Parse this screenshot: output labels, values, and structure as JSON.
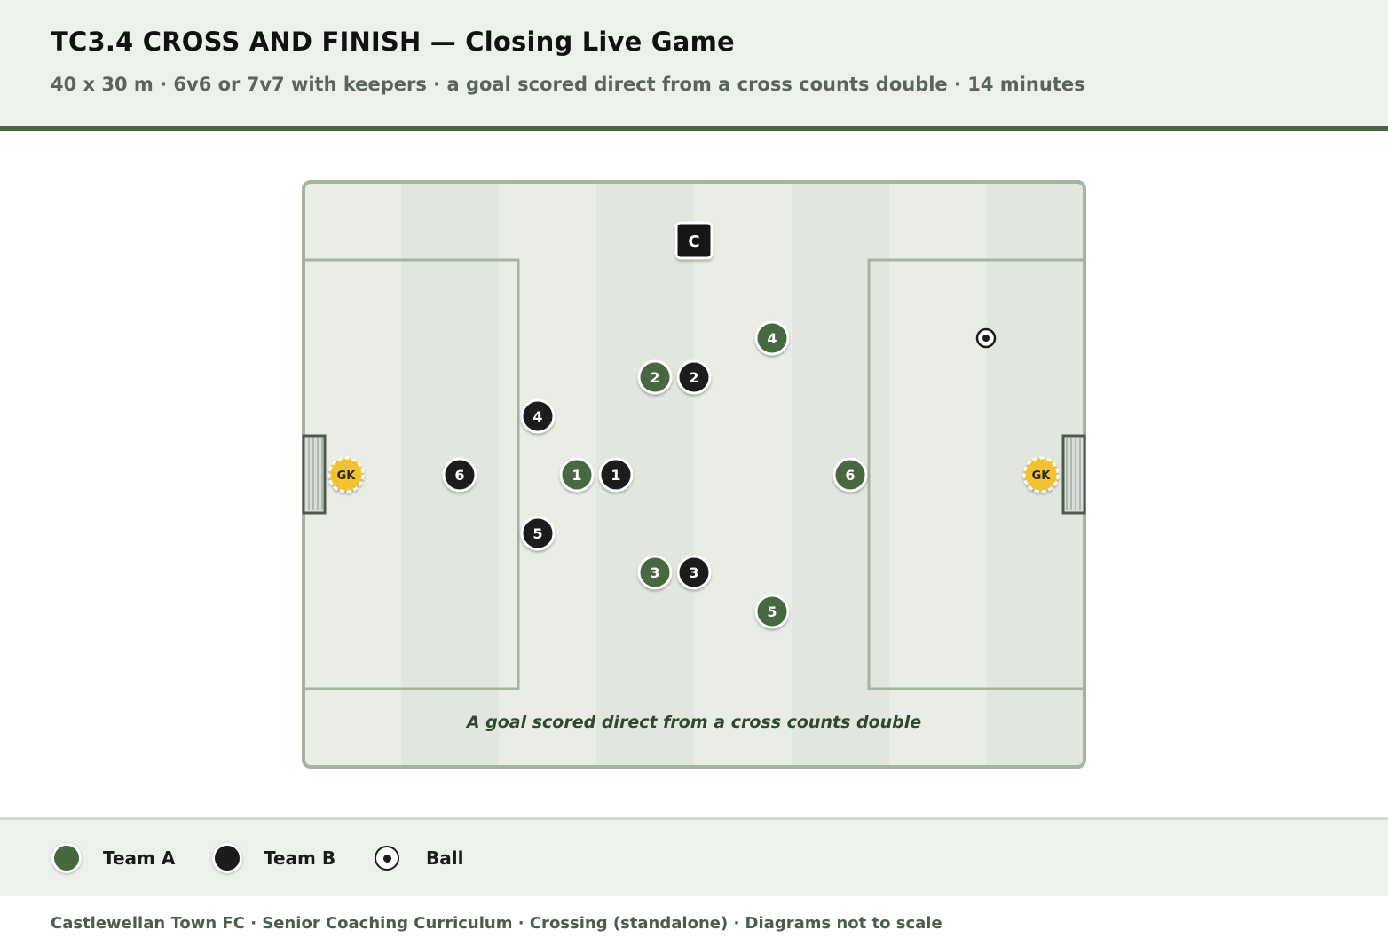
{
  "header": {
    "title": "TC3.4 CROSS AND FINISH — Closing Live Game",
    "subtitle": "40 x 30 m · 6v6 or 7v7 with keepers · a goal scored direct from a cross counts double · 14 minutes"
  },
  "diagram": {
    "note": "A goal scored direct from a cross counts double",
    "coach_label": "C",
    "keeper_label": "GK",
    "team_a_numbers": [
      "1",
      "2",
      "3",
      "4",
      "5",
      "6"
    ],
    "team_b_numbers": [
      "1",
      "2",
      "3",
      "4",
      "5",
      "6"
    ]
  },
  "legend": {
    "team_a": "Team A",
    "team_b": "Team B",
    "ball": "Ball"
  },
  "footer": {
    "text": "Castlewellan Town FC · Senior Coaching Curriculum · Crossing (standalone) · Diagrams not to scale"
  },
  "colors": {
    "team_a": "#46683f",
    "team_b": "#1b1b1b",
    "keeper": "#f2c233",
    "pitch_light": "#e9ede6",
    "pitch_dark": "#e1e7de",
    "pitch_line": "#a3b59e",
    "accent": "#46683f"
  },
  "icons": {
    "ball": "ball-icon",
    "goal": "goal-icon",
    "coach": "coach-marker"
  }
}
